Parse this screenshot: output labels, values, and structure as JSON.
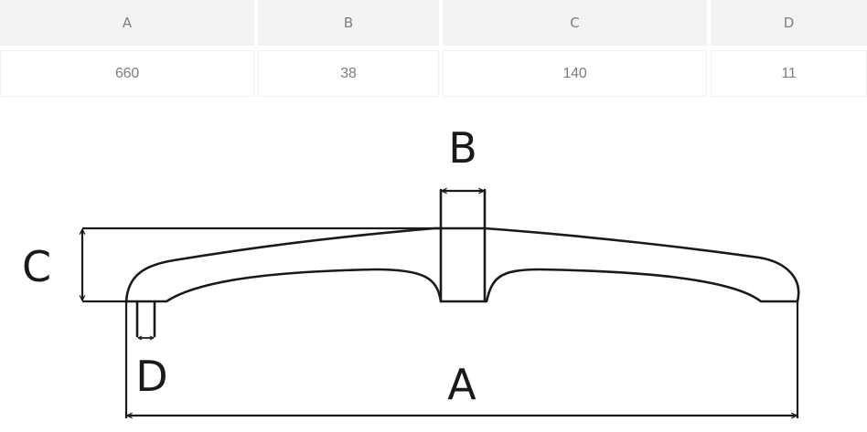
{
  "table": {
    "headers": [
      "A",
      "B",
      "C",
      "D"
    ],
    "values": [
      "660",
      "38",
      "140",
      "11"
    ]
  },
  "drawing": {
    "labels": {
      "a": "A",
      "b": "B",
      "c": "C",
      "d": "D"
    },
    "line_color": "#1a1a1a"
  }
}
